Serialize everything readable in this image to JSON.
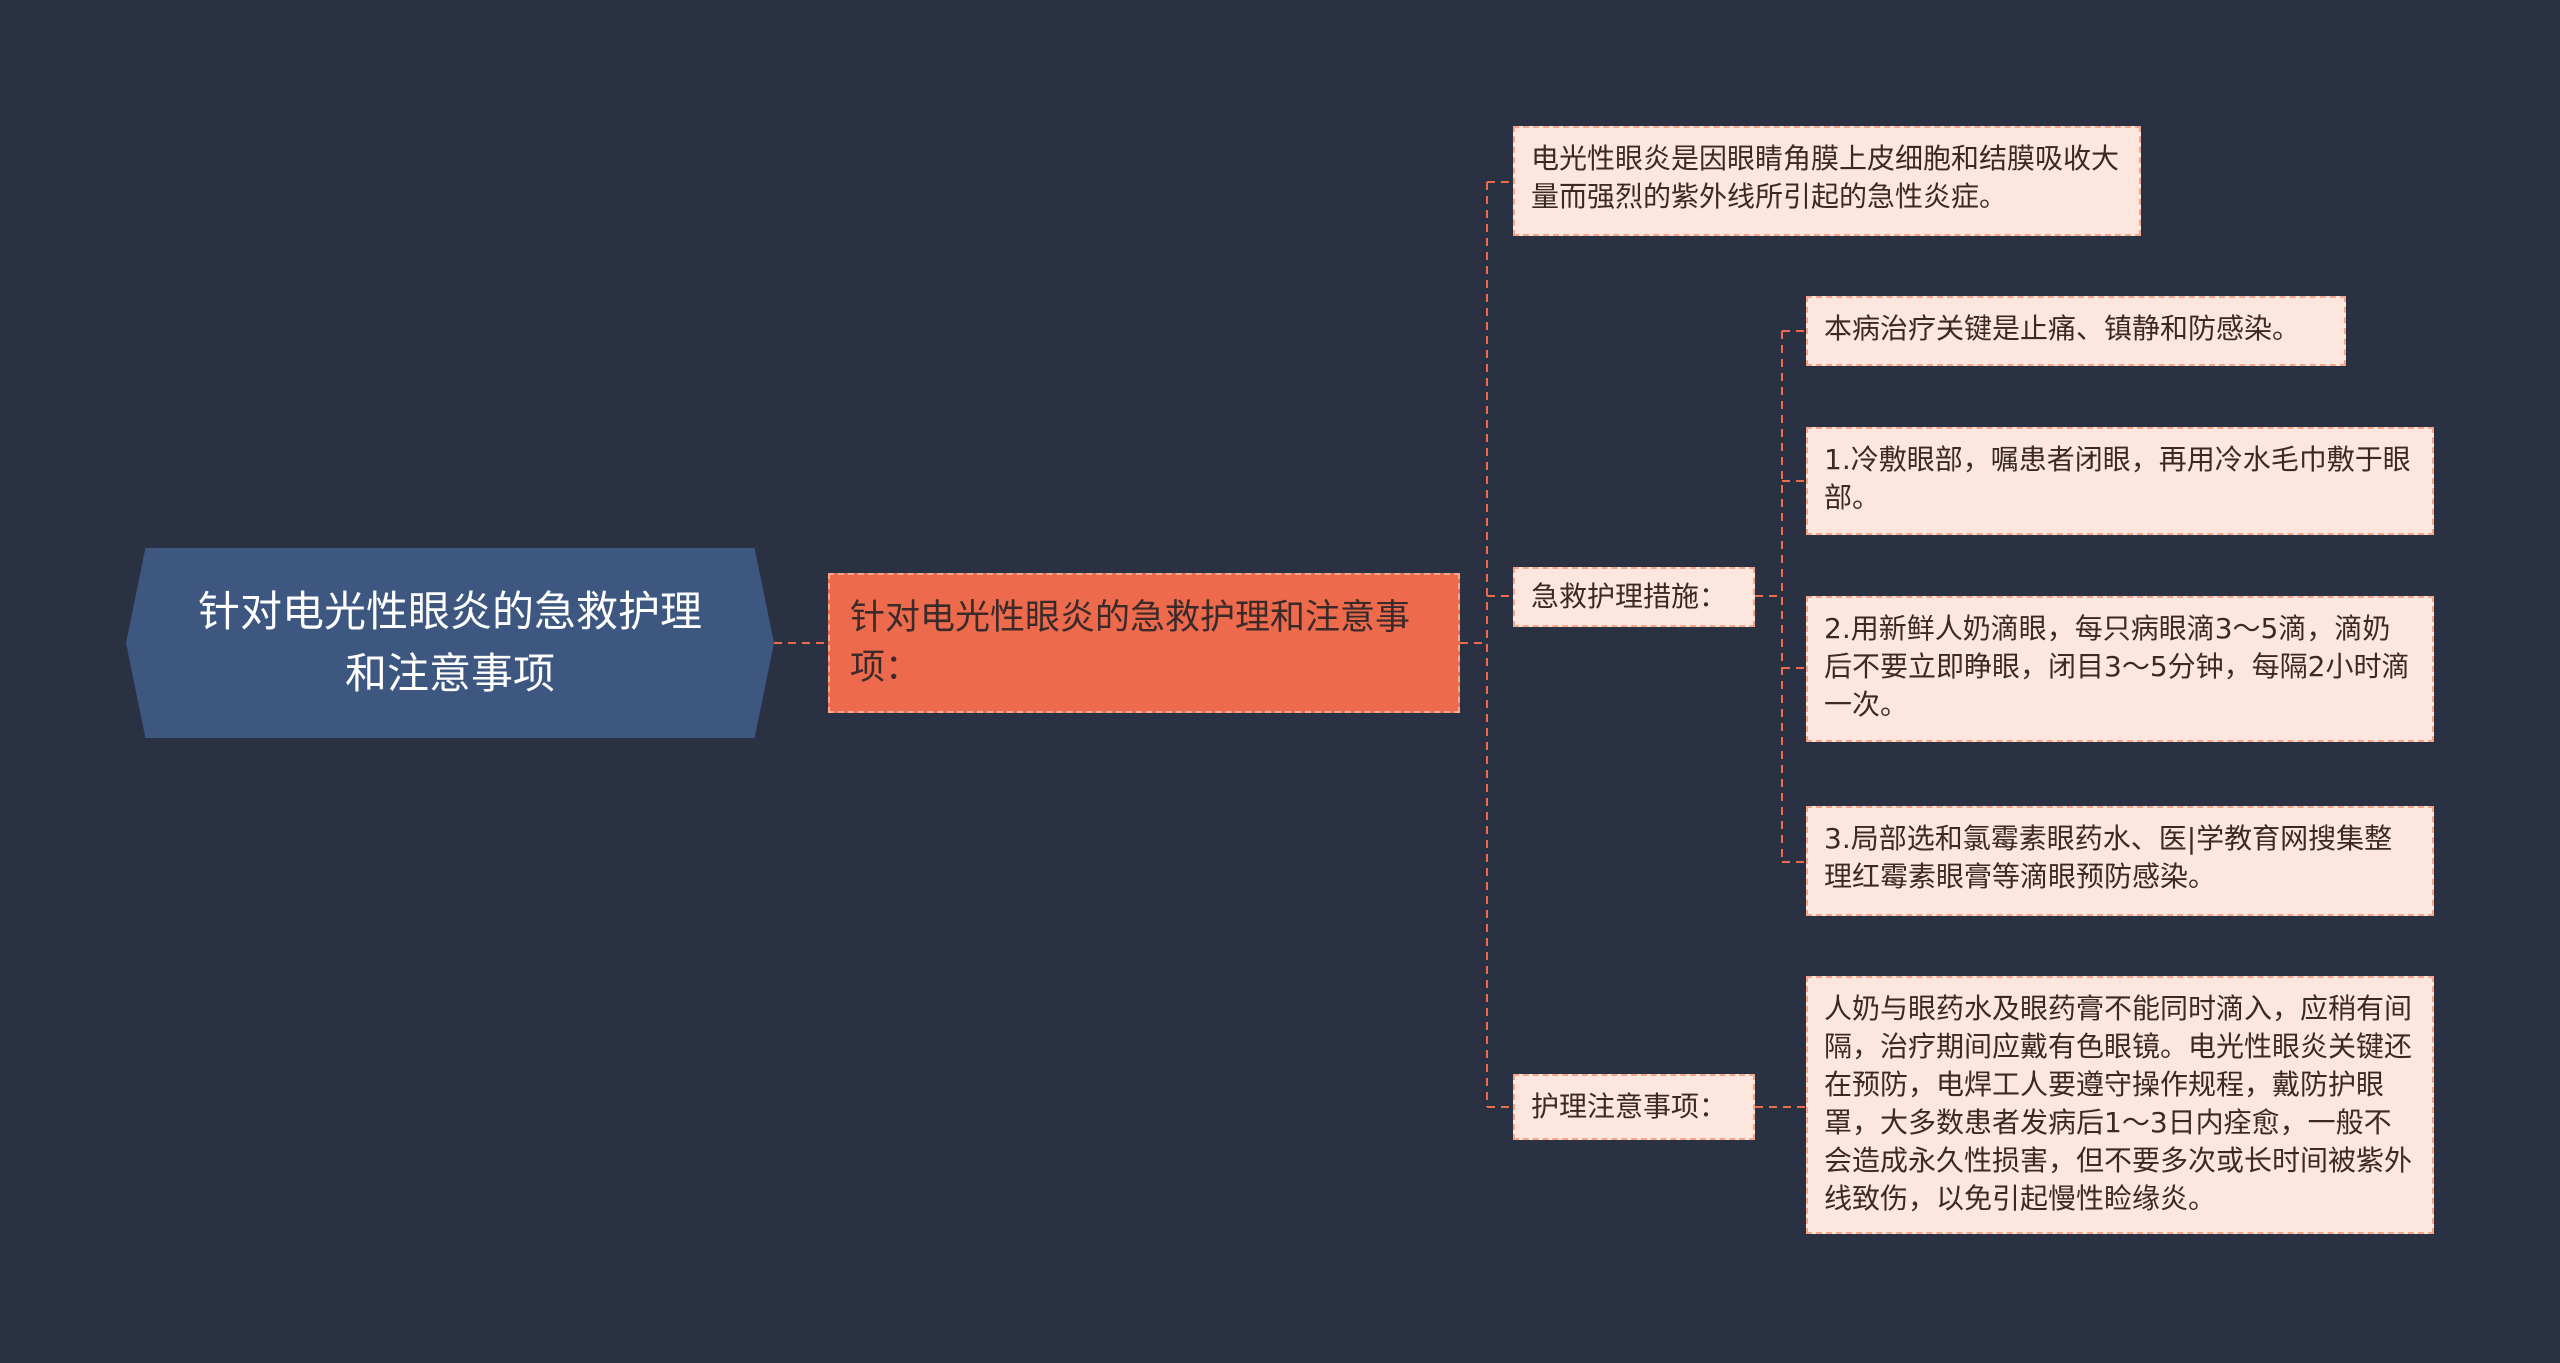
{
  "colors": {
    "background": "#2a3142",
    "root_fill": "#3d5780",
    "main_fill": "#ee6a4c",
    "leaf_fill": "#fde6dd",
    "connector": "#ee6a4c"
  },
  "root": {
    "label": "针对电光性眼炎的急救护理和注意事项"
  },
  "main": {
    "label": "针对电光性眼炎的急救护理和注意事项："
  },
  "definition": {
    "text": "电光性眼炎是因眼睛角膜上皮细胞和结膜吸收大量而强烈的紫外线所引起的急性炎症。"
  },
  "first_aid": {
    "label": "急救护理措施：",
    "items": [
      "本病治疗关键是止痛、镇静和防感染。",
      "1.冷敷眼部，嘱患者闭眼，再用冷水毛巾敷于眼部。",
      "2.用新鲜人奶滴眼，每只病眼滴3～5滴，滴奶后不要立即睁眼，闭目3～5分钟，每隔2小时滴一次。",
      "3.局部选和氯霉素眼药水、医|学教育网搜集整理红霉素眼膏等滴眼预防感染。"
    ]
  },
  "notes": {
    "label": "护理注意事项：",
    "text": "人奶与眼药水及眼药膏不能同时滴入，应稍有间隔，治疗期间应戴有色眼镜。电光性眼炎关键还在预防，电焊工人要遵守操作规程，戴防护眼罩，大多数患者发病后1～3日内痊愈，一般不会造成永久性损害，但不要多次或长时间被紫外线致伤，以免引起慢性睑缘炎。"
  }
}
